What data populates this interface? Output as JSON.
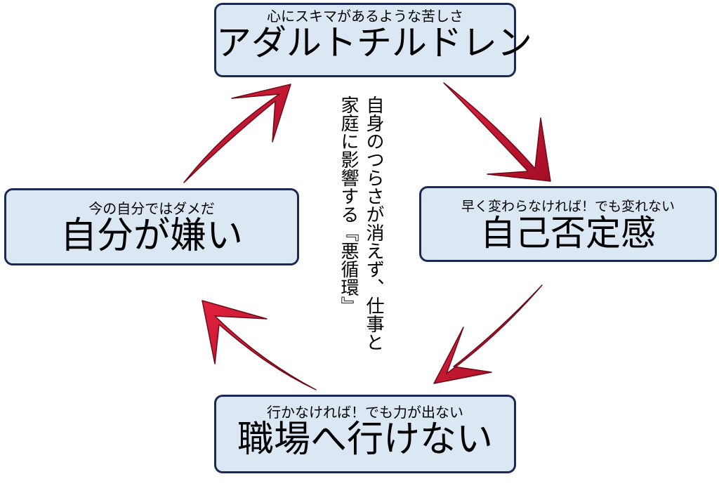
{
  "nodes": {
    "top": {
      "sub": "心にスキマがあるような苦しさ",
      "main": "アダルトチルドレン"
    },
    "right": {
      "sub": "早く変わらなければ！でも変れない",
      "main": "自己否定感"
    },
    "bottom": {
      "sub": "行かなければ！でも力が出ない",
      "main": "職場へ行けない"
    },
    "left": {
      "sub": "今の自分ではダメだ",
      "main": "自分が嫌い"
    }
  },
  "center_text": {
    "line1": "自身のつらさが消えず、仕事と",
    "line2": "家庭に影響する『悪循環』"
  },
  "colors": {
    "box_fill": "#dbe7f3",
    "box_border": "#1b2a55",
    "arrow": "#c8102e",
    "arrow_edge": "#6e0a18"
  }
}
